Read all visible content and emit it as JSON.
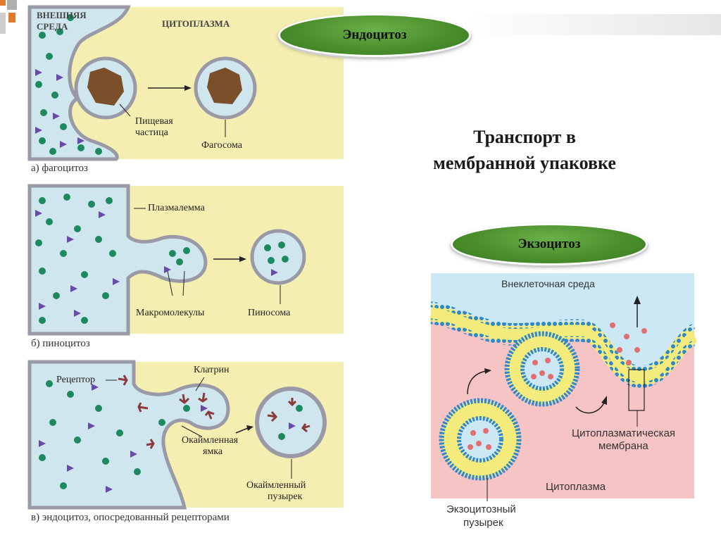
{
  "endocytosis_label": "Эндоцитоз",
  "exocytosis_label": "Экзоцитоз",
  "main_title_line1": "Транспорт в",
  "main_title_line2": "мембранной упаковке",
  "panel_a": {
    "outer_label_1": "ВНЕШНЯЯ",
    "outer_label_2": "СРЕДА",
    "cyto_label": "ЦИТОПЛАЗМА",
    "food_label_1": "Пищевая",
    "food_label_2": "частица",
    "phagosome_label": "Фагосома",
    "caption": "а) фагоцитоз"
  },
  "panel_b": {
    "plasmalemma_label": "Плазмалемма",
    "macromolecules_label": "Макромолекулы",
    "pinosome_label": "Пиносома",
    "caption": "б) пиноцитоз"
  },
  "panel_c": {
    "receptor_label": "Рецептор",
    "clathrin_label": "Клатрин",
    "pit_label_1": "Окаймленная",
    "pit_label_2": "ямка",
    "vesicle_label_1": "Окаймленный",
    "vesicle_label_2": "пузырек",
    "caption": "в) эндоцитоз, опосредованный рецепторами"
  },
  "exo_panel": {
    "extracellular_label": "Внеклеточная среда",
    "membrane_label_1": "Цитоплазматическая",
    "membrane_label_2": "мембрана",
    "cytoplasm_label": "Цитоплазма",
    "vesicle_label_1": "Экзоцитозный",
    "vesicle_label_2": "пузырек"
  },
  "colors": {
    "cell_yellow": "#f4eeb0",
    "outside_blue": "#cfe6ee",
    "particle_green": "#1c8a5e",
    "particle_purple": "#6a4aa8",
    "food_brown": "#7a4f2a",
    "pill_green": "#4a8f2c",
    "exo_blue": "#cde8f5",
    "exo_pink": "#f6c4c4",
    "lipid_blue": "#2f88c9",
    "lipid_yellow": "#f3ec7c",
    "cargo_red": "#e07070"
  }
}
